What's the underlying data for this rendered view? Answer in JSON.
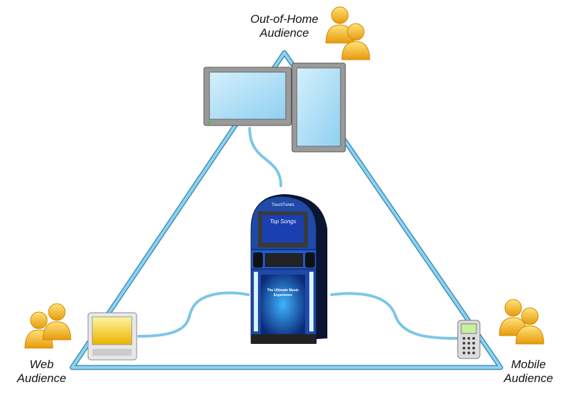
{
  "labels": {
    "out_of_home": [
      "Out-of-Home",
      "Audience"
    ],
    "web": [
      "Web",
      "Audience"
    ],
    "mobile": [
      "Mobile",
      "Audience"
    ]
  },
  "jukebox": {
    "brand": "TouchTunes",
    "screen_title": "Top Songs",
    "panel_text": [
      "The Ultimate Music",
      "Experience"
    ]
  },
  "colors": {
    "link": "#7cc6e8",
    "person": "#f2b21e",
    "screen": "#a9def6"
  }
}
